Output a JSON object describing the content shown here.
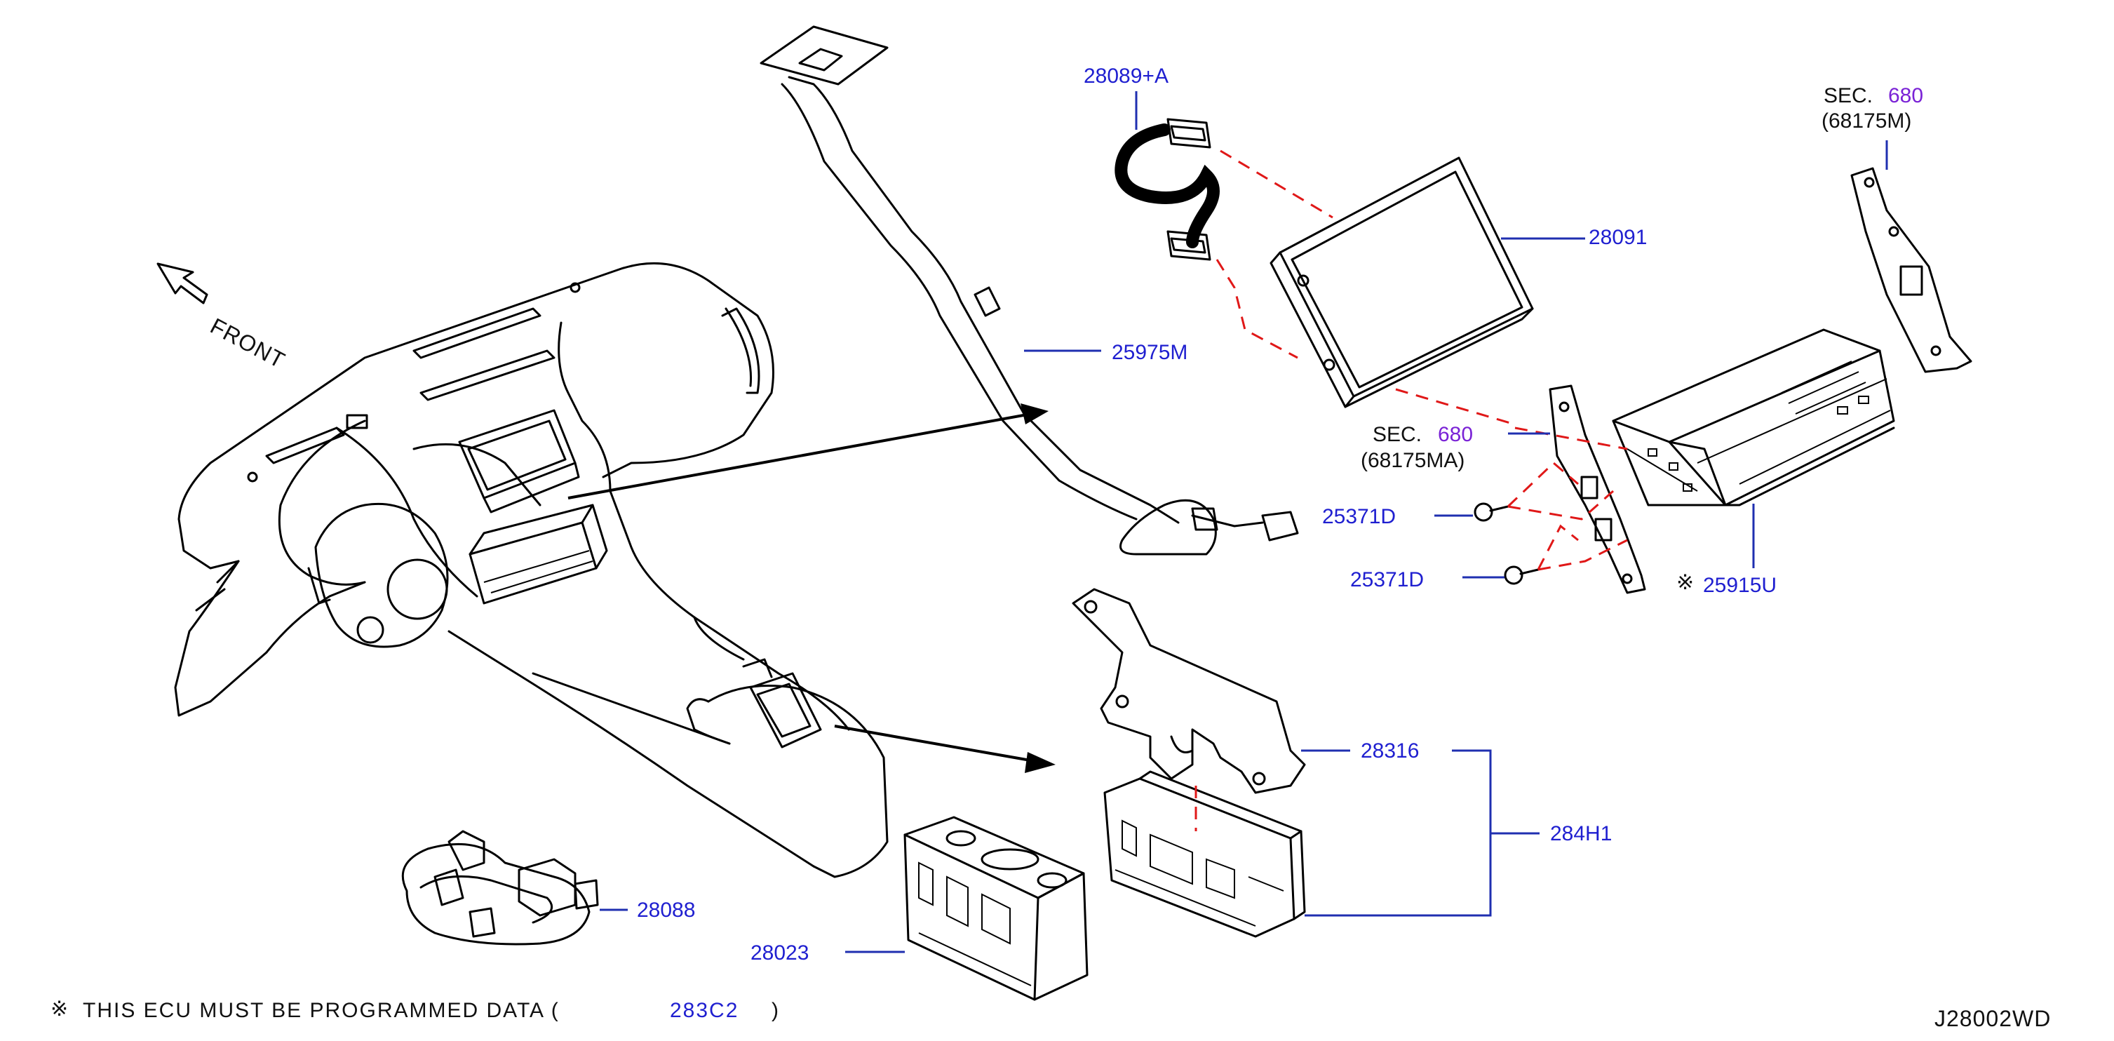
{
  "diagram": {
    "front_label": "FRONT",
    "code": "J28002WD",
    "note": {
      "symbol": "※",
      "text": "THIS  ECU  MUST  BE  PROGRAMMED  DATA  (",
      "part": "283C2",
      "close": ")"
    },
    "parts": {
      "p28089a": "28089+A",
      "p28091": "28091",
      "p25975m": "25975M",
      "p25371d_1": "25371D",
      "p25371d_2": "25371D",
      "p25915u": "25915U",
      "p25915u_mark": "※",
      "p28316": "28316",
      "p284h1": "284H1",
      "p28088": "28088",
      "p28023": "28023"
    },
    "sections": {
      "upper": {
        "prefix": "SEC.",
        "number": "680",
        "sub": "(68175M)"
      },
      "middle": {
        "prefix": "SEC.",
        "number": "680",
        "sub": "(68175MA)"
      }
    },
    "colors": {
      "part_number": "#1f1fd0",
      "section_number": "#7a22d6",
      "leader": "#1f2fb0",
      "dashed": "#e01818"
    }
  }
}
